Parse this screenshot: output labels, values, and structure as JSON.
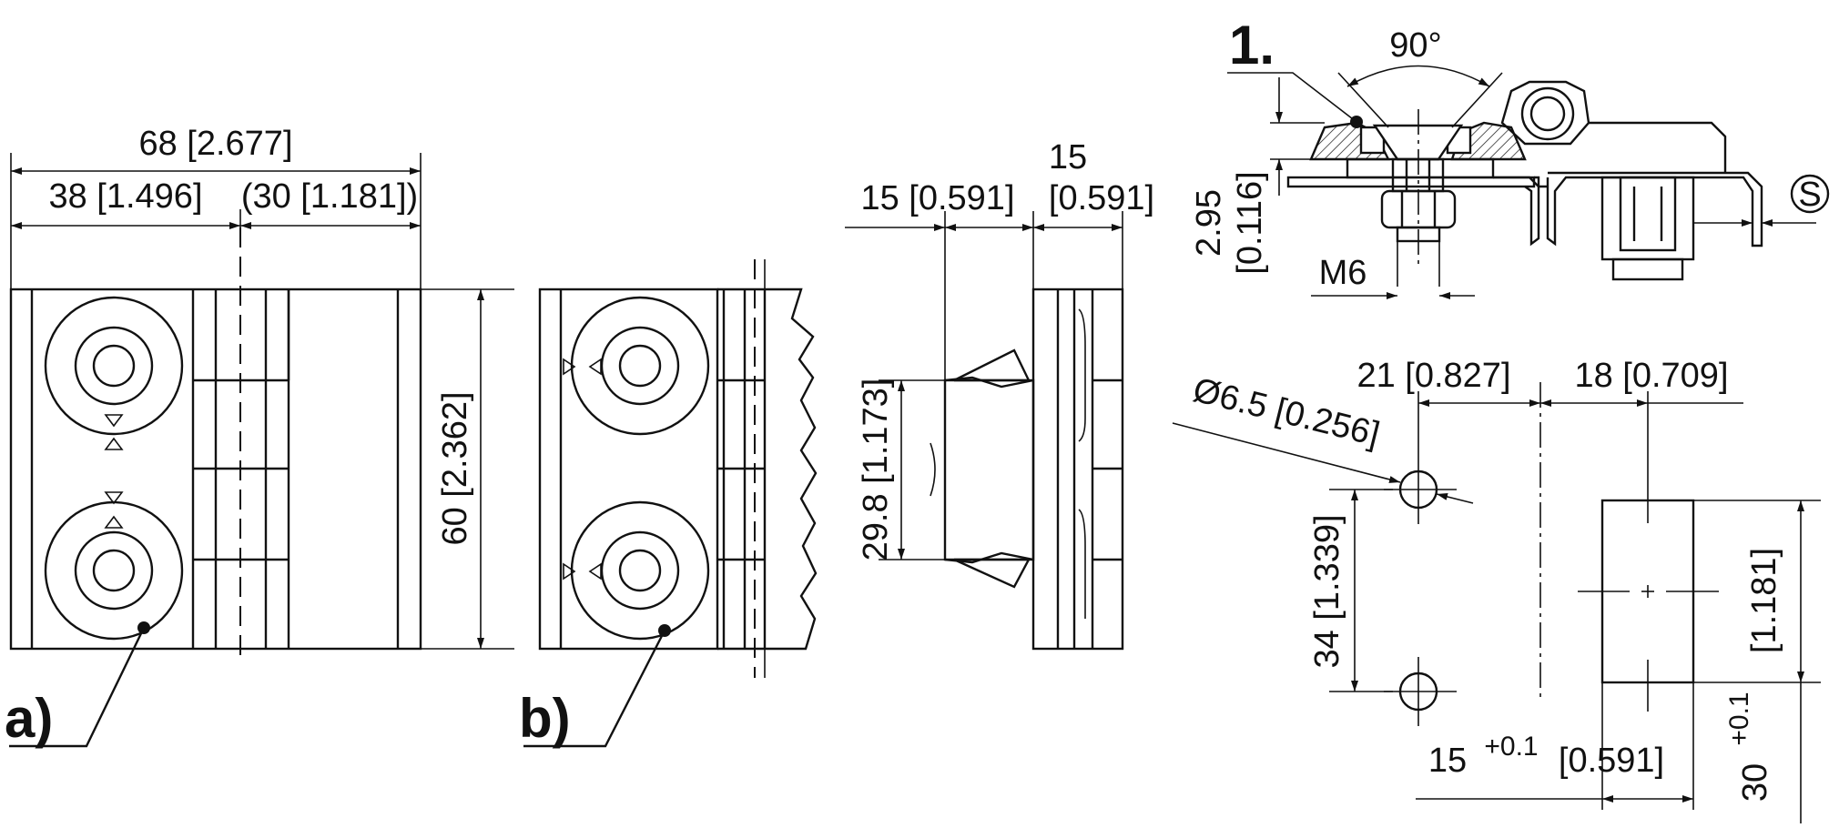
{
  "labels": {
    "view_a": "a)",
    "view_b": "b)",
    "step_1": "1."
  },
  "dimensions": {
    "overall_width": "68 [2.677]",
    "left_width": "38 [1.496]",
    "right_width": "(30 [1.181])",
    "height": "60 [2.362]",
    "side_thickness_1": "15 [0.591]",
    "side_thickness_2_a": "15",
    "side_thickness_2_b": "[0.591]",
    "leaf_height": "29.8 [1.173]",
    "angle": "90°",
    "plate_thickness_a": "2.95",
    "plate_thickness_b": "[0.116]",
    "thread": "M6",
    "symbol_s": "S",
    "hole_spacing_x": "21 [0.827]",
    "cutout_offset": "18 [0.709]",
    "hole_diameter": "Ø6.5 [0.256]",
    "hole_spacing_y": "34 [1.339]",
    "cutout_width_value": "15",
    "cutout_width_tol": "+0.1",
    "cutout_width_inch": "[0.591]",
    "cutout_height_value": "30",
    "cutout_height_tol": "+0.1",
    "cutout_height_inch": "[1.181]"
  }
}
